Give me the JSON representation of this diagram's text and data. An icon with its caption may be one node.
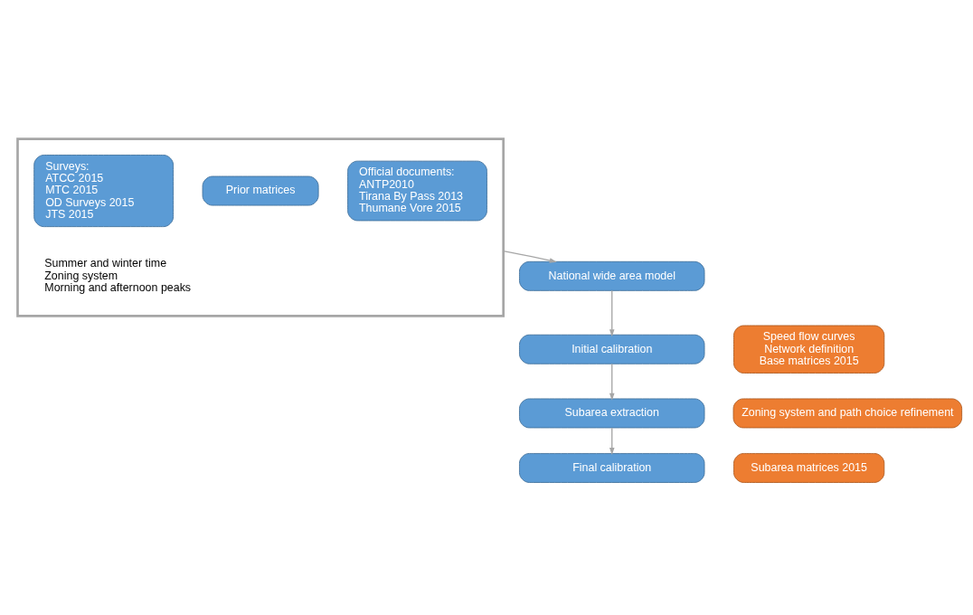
{
  "diagram": {
    "nodes": [
      {
        "text": [],
        "shape": "box"
      },
      {
        "text": [
          "Official documents:",
          "ANTP2010",
          "Tirana By Pass 2013",
          "Thumane Vore 2015"
        ],
        "in": 0
      },
      {
        "text": [
          "Prior matrices"
        ],
        "in": 0
      },
      {
        "text": [
          "Surveys:",
          "ATCC 2015",
          "MTC 2015",
          "OD Surveys 2015",
          "JTS 2015"
        ],
        "in": 0,
        "beside": [
          "Summer and winter time",
          "Zoning system",
          "Morning and afternoon peaks"
        ]
      },
      {
        "text": [
          "National wide area model"
        ]
      },
      {
        "text": [
          "Initial calibration"
        ]
      },
      {
        "text": [
          "Subarea extraction"
        ]
      },
      {
        "text": [
          "Final calibration"
        ]
      },
      {
        "text": [
          "Speed flow curves",
          "Network definition",
          "Base matrices 2015"
        ]
      },
      {
        "text": [
          "Zoning system and path choice refinement"
        ]
      },
      {
        "text": [
          "Subarea matrices 2015"
        ]
      }
    ],
    "edges": [
      {
        "from": 0,
        "to": 4,
        "arrow": "to"
      },
      {
        "from": 4,
        "to": 5,
        "arrow": "to"
      },
      {
        "from": 5,
        "to": 6,
        "arrow": "to"
      },
      {
        "from": 6,
        "to": 7,
        "arrow": "to"
      }
    ]
  }
}
